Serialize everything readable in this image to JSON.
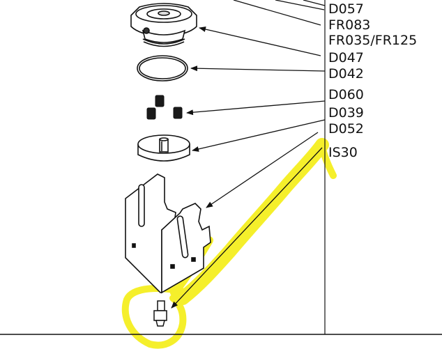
{
  "parts": [
    {
      "id": "D057"
    },
    {
      "id": "FR083"
    },
    {
      "id": "FR035/FR125"
    },
    {
      "id": "D047"
    },
    {
      "id": "D042"
    },
    {
      "id": "D060"
    },
    {
      "id": "D039"
    },
    {
      "id": "D052"
    },
    {
      "id": "IS30"
    }
  ],
  "colors": {
    "line": "#111111",
    "highlight": "#f5ee1a",
    "background": "#ffffff"
  }
}
